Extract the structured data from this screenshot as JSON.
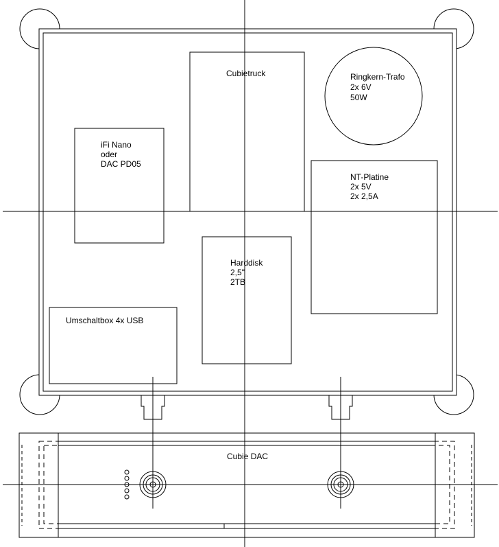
{
  "top_view": {
    "boxes": {
      "cubietruck": {
        "lines": [
          "Cubietruck"
        ]
      },
      "ringkern_trafo": {
        "lines": [
          "Ringkern-Trafo",
          "2x 6V",
          "50W"
        ]
      },
      "ifi_nano": {
        "lines": [
          "iFi Nano",
          "oder",
          "DAC PD05"
        ]
      },
      "nt_platine": {
        "lines": [
          "NT-Platine",
          "2x 5V",
          "2x 2,5A"
        ]
      },
      "harddisk": {
        "lines": [
          "Harddisk",
          "2,5\"",
          "2TB"
        ]
      },
      "umschaltbox": {
        "lines": [
          "Umschaltbox 4x USB"
        ]
      }
    }
  },
  "front_view": {
    "title": "Cubie DAC"
  },
  "colors": {
    "stroke": "#000000",
    "background": "#ffffff"
  }
}
